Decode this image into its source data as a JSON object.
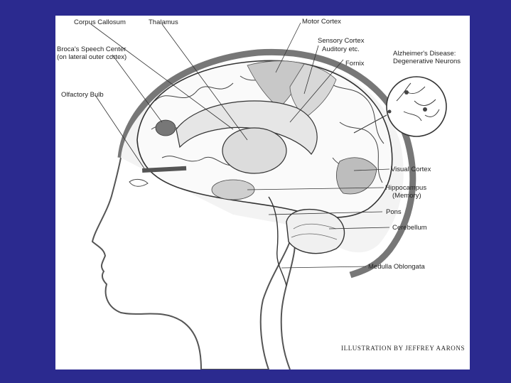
{
  "colors": {
    "background": "#2b2a8f",
    "panel": "#ffffff",
    "ink": "#222222"
  },
  "labels": {
    "corpus_callosum": "Corpus Callosum",
    "thalamus": "Thalamus",
    "motor_cortex": "Motor Cortex",
    "brocas_1": "Broca's Speech Center",
    "brocas_2": "(on lateral outer cortex)",
    "sensory_1": "Sensory Cortex",
    "sensory_2": "Auditory etc.",
    "fornix": "Fornix",
    "alz_1": "Alzheimer's Disease:",
    "alz_2": "Degenerative Neurons",
    "olfactory": "Olfactory Bulb",
    "visual": "Visual Cortex",
    "hippo_1": "Hippocampus",
    "hippo_2": "(Memory)",
    "pons": "Pons",
    "cerebellum": "Cerebellum",
    "medulla": "Medulla Oblongata"
  },
  "credit": "ILLUSTRATION BY JEFFREY AARONS"
}
